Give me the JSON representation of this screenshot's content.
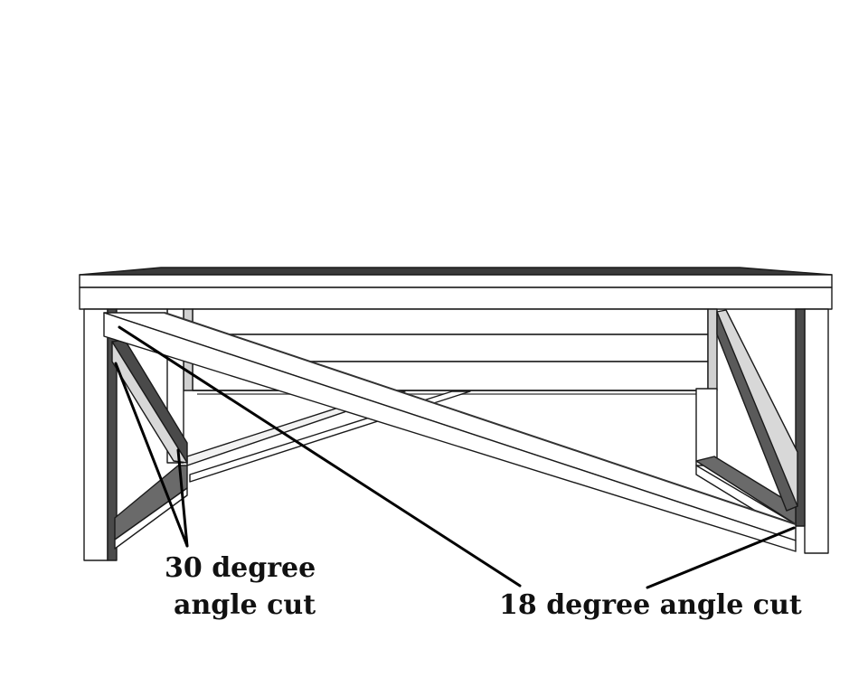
{
  "annotations": {
    "thirty_degree": {
      "line1": "30 degree",
      "line2": "angle cut"
    },
    "eighteen_degree": {
      "text": "18 degree angle cut"
    }
  },
  "colors": {
    "outline": "#1a1a1a",
    "wood_face": "#ffffff",
    "wood_side_light": "#d8d8d8",
    "wood_side_dark": "#5a5a5a",
    "top_surface": "#3a3a3a"
  }
}
